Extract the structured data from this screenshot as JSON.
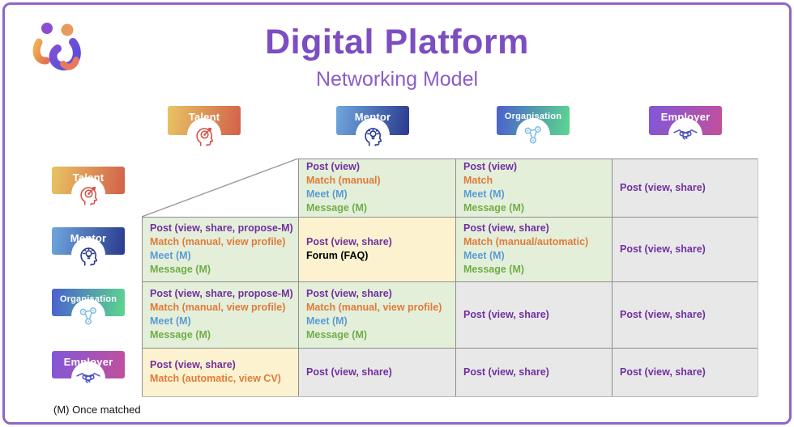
{
  "frame": {
    "border_color": "#9065c5"
  },
  "header": {
    "title": "Digital Platform",
    "subtitle": "Networking Model"
  },
  "legend": "(M) Once matched",
  "colors": {
    "title_purple": "#7c4ec0",
    "subtitle_purple": "#8a5ec9",
    "text_purple": "#7030a0",
    "text_orange": "#e07b39",
    "text_blue": "#5b9bd5",
    "text_green": "#70ad47",
    "text_black": "#000000",
    "cell_green": "#e4efda",
    "cell_yellow": "#fcf2cf",
    "cell_grey": "#e9e8e8",
    "grid_line": "#8e8e8e"
  },
  "actors": [
    {
      "id": "talent",
      "label": "Talent",
      "gradient_from": "#e8c463",
      "gradient_to": "#d2614a",
      "icon": "head-target-icon",
      "icon_color": "#d4554d"
    },
    {
      "id": "mentor",
      "label": "Mentor",
      "gradient_from": "#6fa7de",
      "gradient_to": "#2b3a8e",
      "icon": "head-lightbulb-icon",
      "icon_color": "#2b3a8e"
    },
    {
      "id": "organisation",
      "label": "Organisation",
      "gradient_from": "#4a5fd0",
      "gradient_to": "#5cd78e",
      "icon": "network-icon",
      "icon_color": "#85bfe8"
    },
    {
      "id": "employer",
      "label": "Employer",
      "gradient_from": "#8157d9",
      "gradient_to": "#c2509b",
      "icon": "handshake-icon",
      "icon_color": "#5055c5"
    }
  ],
  "matrix": [
    [
      {
        "bg": "empty",
        "lines": []
      },
      {
        "bg": "green",
        "lines": [
          {
            "text": "Post (view)",
            "color": "purple"
          },
          {
            "text": "Match (manual)",
            "color": "orange"
          },
          {
            "text": "Meet (M)",
            "color": "blue"
          },
          {
            "text": "Message (M)",
            "color": "green"
          }
        ]
      },
      {
        "bg": "green",
        "lines": [
          {
            "text": "Post (view)",
            "color": "purple"
          },
          {
            "text": "Match",
            "color": "orange"
          },
          {
            "text": "Meet (M)",
            "color": "blue"
          },
          {
            "text": "Message (M)",
            "color": "green"
          }
        ]
      },
      {
        "bg": "grey",
        "lines": [
          {
            "text": "Post (view, share)",
            "color": "purple"
          }
        ]
      }
    ],
    [
      {
        "bg": "green",
        "lines": [
          {
            "text": "Post (view, share, propose-M)",
            "color": "purple"
          },
          {
            "text": "Match (manual, view profile)",
            "color": "orange"
          },
          {
            "text": "Meet (M)",
            "color": "blue"
          },
          {
            "text": "Message (M)",
            "color": "green"
          }
        ]
      },
      {
        "bg": "yellow",
        "lines": [
          {
            "text": "Post (view, share)",
            "color": "purple"
          },
          {
            "text": "Forum (FAQ)",
            "color": "black",
            "bold": true
          }
        ]
      },
      {
        "bg": "green",
        "lines": [
          {
            "text": "Post (view, share)",
            "color": "purple"
          },
          {
            "text": "Match (manual/automatic)",
            "color": "orange"
          },
          {
            "text": "Meet (M)",
            "color": "blue"
          },
          {
            "text": "Message (M)",
            "color": "green"
          }
        ]
      },
      {
        "bg": "grey",
        "lines": [
          {
            "text": "Post (view, share)",
            "color": "purple"
          }
        ]
      }
    ],
    [
      {
        "bg": "green",
        "lines": [
          {
            "text": "Post (view, share, propose-M)",
            "color": "purple"
          },
          {
            "text": "Match (manual, view profile)",
            "color": "orange"
          },
          {
            "text": "Meet (M)",
            "color": "blue"
          },
          {
            "text": "Message (M)",
            "color": "green"
          }
        ]
      },
      {
        "bg": "green",
        "lines": [
          {
            "text": "Post (view, share)",
            "color": "purple"
          },
          {
            "text": "Match (manual, view profile)",
            "color": "orange"
          },
          {
            "text": "Meet (M)",
            "color": "blue"
          },
          {
            "text": "Message (M)",
            "color": "green"
          }
        ]
      },
      {
        "bg": "grey",
        "lines": [
          {
            "text": "Post (view, share)",
            "color": "purple"
          }
        ]
      },
      {
        "bg": "grey",
        "lines": [
          {
            "text": "Post (view, share)",
            "color": "purple"
          }
        ]
      }
    ],
    [
      {
        "bg": "yellow",
        "lines": [
          {
            "text": "Post (view, share)",
            "color": "purple"
          },
          {
            "text": "Match (automatic, view CV)",
            "color": "orange"
          }
        ]
      },
      {
        "bg": "grey",
        "lines": [
          {
            "text": "Post (view, share)",
            "color": "purple"
          }
        ]
      },
      {
        "bg": "grey",
        "lines": [
          {
            "text": "Post (view, share)",
            "color": "purple"
          }
        ]
      },
      {
        "bg": "grey",
        "lines": [
          {
            "text": "Post (view, share)",
            "color": "purple"
          }
        ]
      }
    ]
  ]
}
